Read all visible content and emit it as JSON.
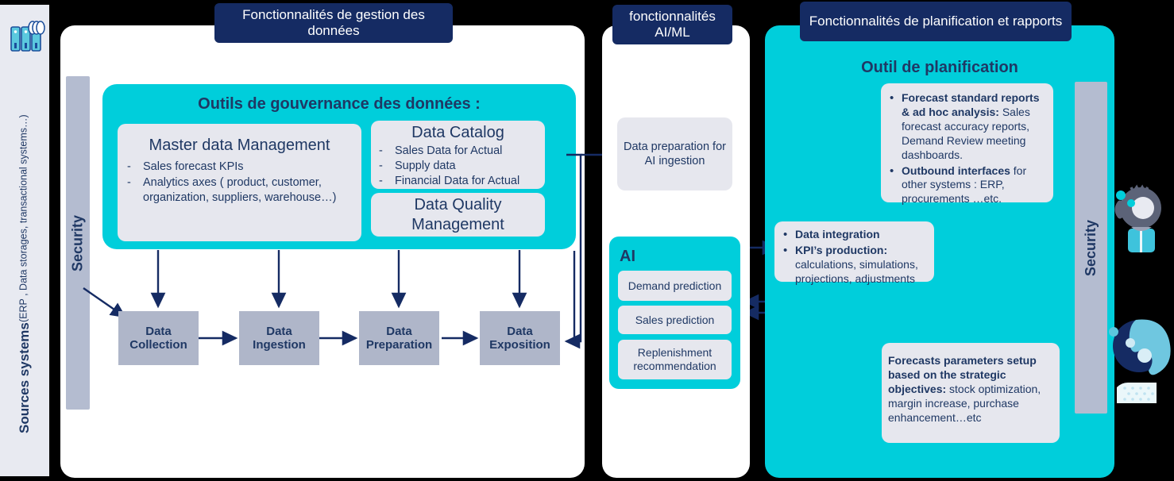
{
  "colors": {
    "cyan": "#00CEDB",
    "navy": "#152B63",
    "dark_text": "#1F3864",
    "grey_card": "#E6E7EE",
    "security_bar": "#B4BCD0",
    "pipeline_box": "#AFB6C9",
    "sources_col": "#E8EAF1",
    "magenta_arrow": "#CC44EE",
    "background": "#000000"
  },
  "sources": {
    "title": "Sources systems",
    "subtitle": "(ERP , Data storages, transactional systems…)",
    "icon": "servers-icon"
  },
  "security": {
    "left_label": "Security",
    "right_label": "Security"
  },
  "headers": {
    "data_management": "Fonctionnalités de gestion des données",
    "ai_ml": "fonctionnalités AI/ML",
    "planning": "Fonctionnalités  de planification et rapports"
  },
  "governance": {
    "title": "Outils de gouvernance des données :",
    "master_data": {
      "title": "Master data Management",
      "items": [
        "Sales forecast KPIs",
        "Analytics axes ( product, customer, organization, suppliers, warehouse…)"
      ]
    },
    "data_catalog": {
      "title": "Data Catalog",
      "items": [
        "Sales Data for Actual",
        "Supply data",
        "Financial Data for Actual"
      ]
    },
    "data_quality": {
      "title": "Data Quality Management"
    }
  },
  "pipeline": [
    {
      "label": "Data Collection"
    },
    {
      "label": "Data Ingestion"
    },
    {
      "label": "Data Preparation"
    },
    {
      "label": "Data Exposition"
    }
  ],
  "ai_ml": {
    "data_prep": "Data preparation for AI ingestion",
    "ai_title": "AI",
    "modules": [
      "Demand prediction",
      "Sales prediction",
      "Replenishment recommendation"
    ]
  },
  "planning": {
    "title": "Outil de planification",
    "reports_card": {
      "bullets": [
        {
          "bold": "Forecast standard reports & ad hoc analysis:",
          "text": " Sales forecast accuracy reports, Demand Review meeting dashboards."
        },
        {
          "bold": " Outbound interfaces",
          "text": "  for other systems : ERP, procurements …etc."
        }
      ]
    },
    "integration_card": {
      "bullets": [
        {
          "bold": "Data integration",
          "text": ""
        },
        {
          "bold": "KPI’s production:",
          "text": " calculations, simulations, projections, adjustments"
        }
      ]
    },
    "forecast_card": {
      "bold": "Forecasts parameters setup based on the strategic objectives:",
      "text": " stock optimization, margin increase, purchase enhancement…etc"
    }
  },
  "decorations": {
    "person_top": "person-vr-headset-illustration",
    "person_bottom": "person-profile-illustration"
  }
}
